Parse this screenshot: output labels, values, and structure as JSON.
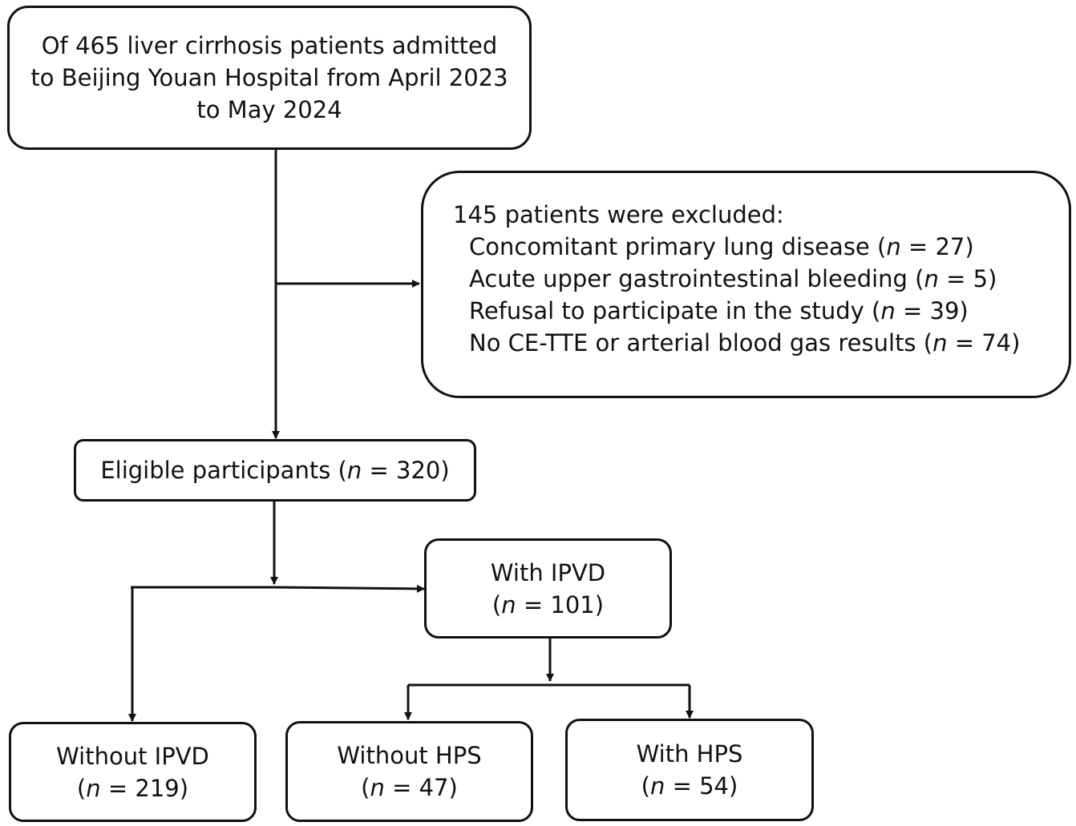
{
  "nodes": {
    "source": {
      "line1": "Of 465 liver cirrhosis patients admitted",
      "line2": "to Beijing Youan Hospital from April 2023",
      "line3": "to May 2024"
    },
    "excluded": {
      "header": "145 patients were excluded:",
      "reasons": [
        {
          "label": "Concomitant primary lung disease",
          "n": "27"
        },
        {
          "label": "Acute upper gastrointestinal bleeding",
          "n": "5"
        },
        {
          "label": "Refusal to participate in the study",
          "n": "39"
        },
        {
          "label": "No CE-TTE or arterial blood gas results",
          "n": "74"
        }
      ]
    },
    "eligible": {
      "label": "Eligible participants",
      "n": "320"
    },
    "with_ipvd": {
      "label": "With IPVD",
      "n": "101"
    },
    "without_ipvd": {
      "label": "Without IPVD",
      "n": "219"
    },
    "without_hps": {
      "label": "Without HPS",
      "n": "47"
    },
    "with_hps": {
      "label": "With HPS",
      "n": "54"
    }
  },
  "n_symbol": "n",
  "colors": {
    "line": "#111111",
    "background": "#ffffff"
  }
}
